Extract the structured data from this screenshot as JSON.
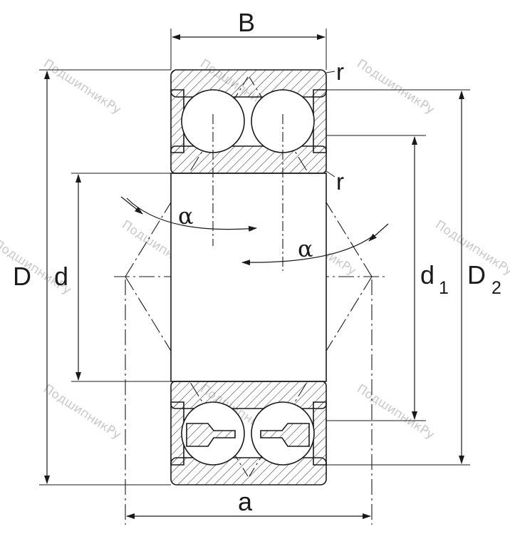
{
  "labels": {
    "width": "B",
    "outer_diameter": "D",
    "bore": "d",
    "inner_shoulder": "d",
    "inner_shoulder_sub": "1",
    "outer_shoulder": "D",
    "outer_shoulder_sub": "2",
    "pressure_distance": "a",
    "radius_top": "r",
    "radius_mid": "r",
    "angle_left": "α",
    "angle_right": "α"
  },
  "watermark": "ПодшипникРу",
  "colors": {
    "line": "#1a1a1a",
    "hatch": "#3a3a3a",
    "watermark": "#c9c9c9",
    "background": "#ffffff"
  }
}
